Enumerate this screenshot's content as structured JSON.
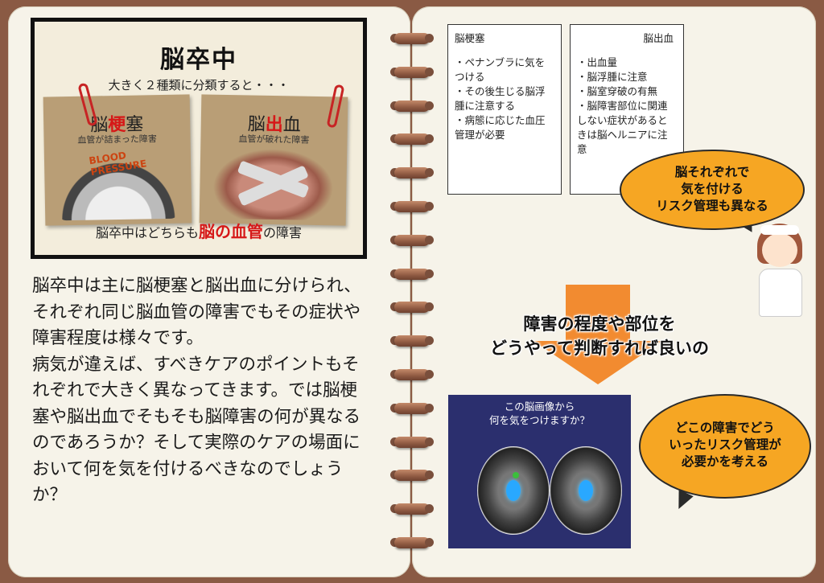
{
  "left": {
    "slide": {
      "title": "脳卒中",
      "subtitle": "大きく２種類に分類すると・・・",
      "card1": {
        "pre": "脳",
        "highlight": "梗",
        "post": "塞",
        "desc": "血管が詰まった障害",
        "gauge_text": "BLOOD PRESSURE"
      },
      "card2": {
        "pre": "脳",
        "highlight": "出",
        "post": "血",
        "desc": "血管が破れた障害"
      },
      "footer_pre": "脳卒中はどちらも",
      "footer_highlight": "脳の血管",
      "footer_post": "の障害"
    },
    "paragraph1": "脳卒中は主に脳梗塞と脳出血に分けられ、それぞれ同じ脳血管の障害でもその症状や障害程度は様々です。",
    "paragraph2": "病気が違えば、すべきケアのポイントもそれぞれで大きく異なってきます。では脳梗塞や脳出血でそもそも脳障害の何が異なるのであろうか？そして実際のケアの場面において何を気を付けるべきなのでしょうか？"
  },
  "right": {
    "note1": {
      "title": "脳梗塞",
      "items": [
        "・ペナンブラに気をつける",
        "・その後生じる脳浮腫に注意する",
        "・病態に応じた血圧管理が必要"
      ]
    },
    "note2": {
      "title": "脳出血",
      "items": [
        "・出血量",
        "・脳浮腫に注意",
        "・脳室穿破の有無",
        "・脳障害部位に関連しない症状があるときは脳ヘルニアに注意"
      ]
    },
    "bubble1": [
      "脳それぞれで",
      "気を付ける",
      "リスク管理も異なる"
    ],
    "arrow_text": [
      "障害の程度や部位を",
      "どうやって判断すれば良いの"
    ],
    "scan_caption": [
      "この脳画像から",
      "何を気をつけますか？"
    ],
    "bubble2": [
      "どこの障害でどう",
      "いったリスク管理が",
      "必要かを考える"
    ]
  },
  "colors": {
    "accent": "#d61818",
    "bubble": "#f6a623",
    "arrow": "#f28b30",
    "scan_bg": "#2b2f6e",
    "lesion": "#29a8ff"
  }
}
